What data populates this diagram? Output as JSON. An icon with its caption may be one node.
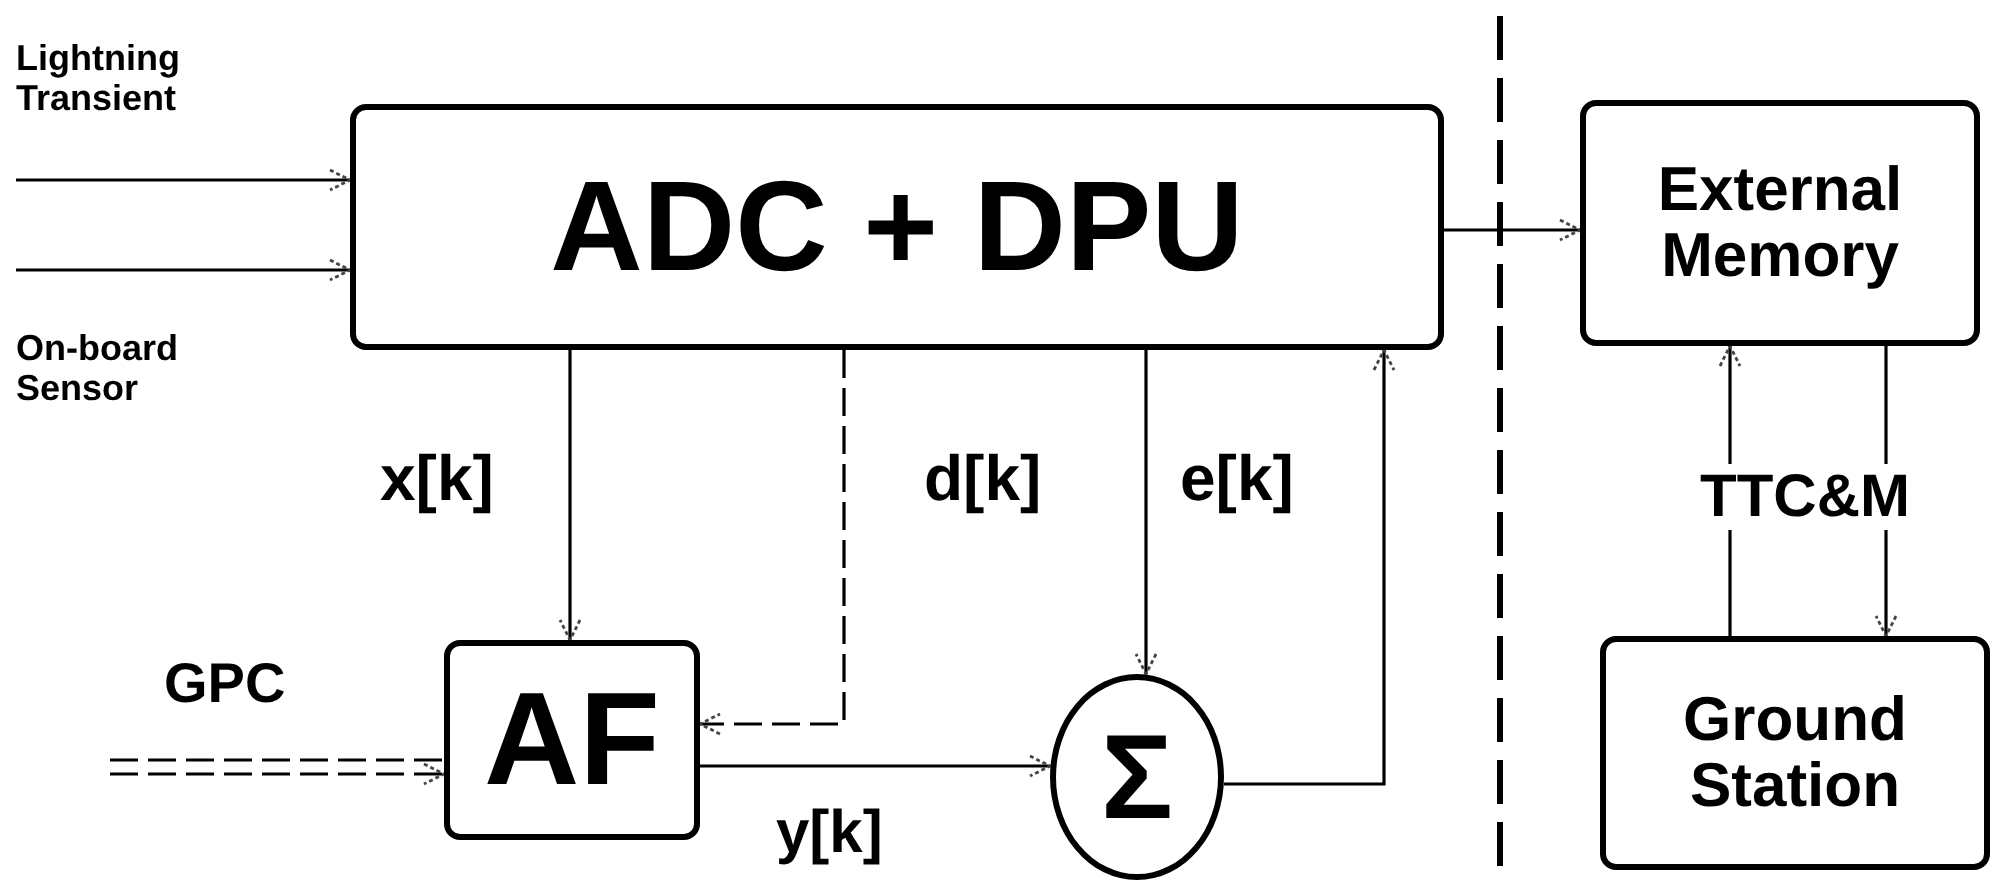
{
  "diagram": {
    "nodes": [
      {
        "text": [
          "ADC + DPU"
        ]
      },
      {
        "text": [
          "External Memory"
        ]
      },
      {
        "text": [
          "Ground Station"
        ]
      },
      {
        "text": [
          "AF"
        ]
      },
      {
        "text": [
          "Σ"
        ]
      }
    ],
    "edges": [
      {
        "from": null,
        "to": 0,
        "arrow": "to",
        "label": "Lightning Transient"
      },
      {
        "from": null,
        "to": 0,
        "arrow": "to",
        "label": "On-board Sensor"
      },
      {
        "from": 0,
        "to": 1,
        "arrow": "to"
      },
      {
        "from": 0,
        "to": 3,
        "arrow": "to",
        "label": "x[k]"
      },
      {
        "from": 0,
        "to": 3,
        "arrow": "to",
        "style": "dashed"
      },
      {
        "from": 0,
        "to": 4,
        "arrow": "to",
        "label": "d[k]"
      },
      {
        "from": 4,
        "to": 0,
        "arrow": "to",
        "label": "e[k]"
      },
      {
        "from": 3,
        "to": 4,
        "arrow": "to",
        "label": "y[k]"
      },
      {
        "from": null,
        "to": 3,
        "arrow": "to",
        "label": "GPC",
        "style": "dashed"
      },
      {
        "from": 2,
        "to": 1,
        "arrow": "to"
      },
      {
        "from": 1,
        "to": 2,
        "arrow": "to"
      }
    ],
    "labels": [
      "TTC&M"
    ]
  }
}
